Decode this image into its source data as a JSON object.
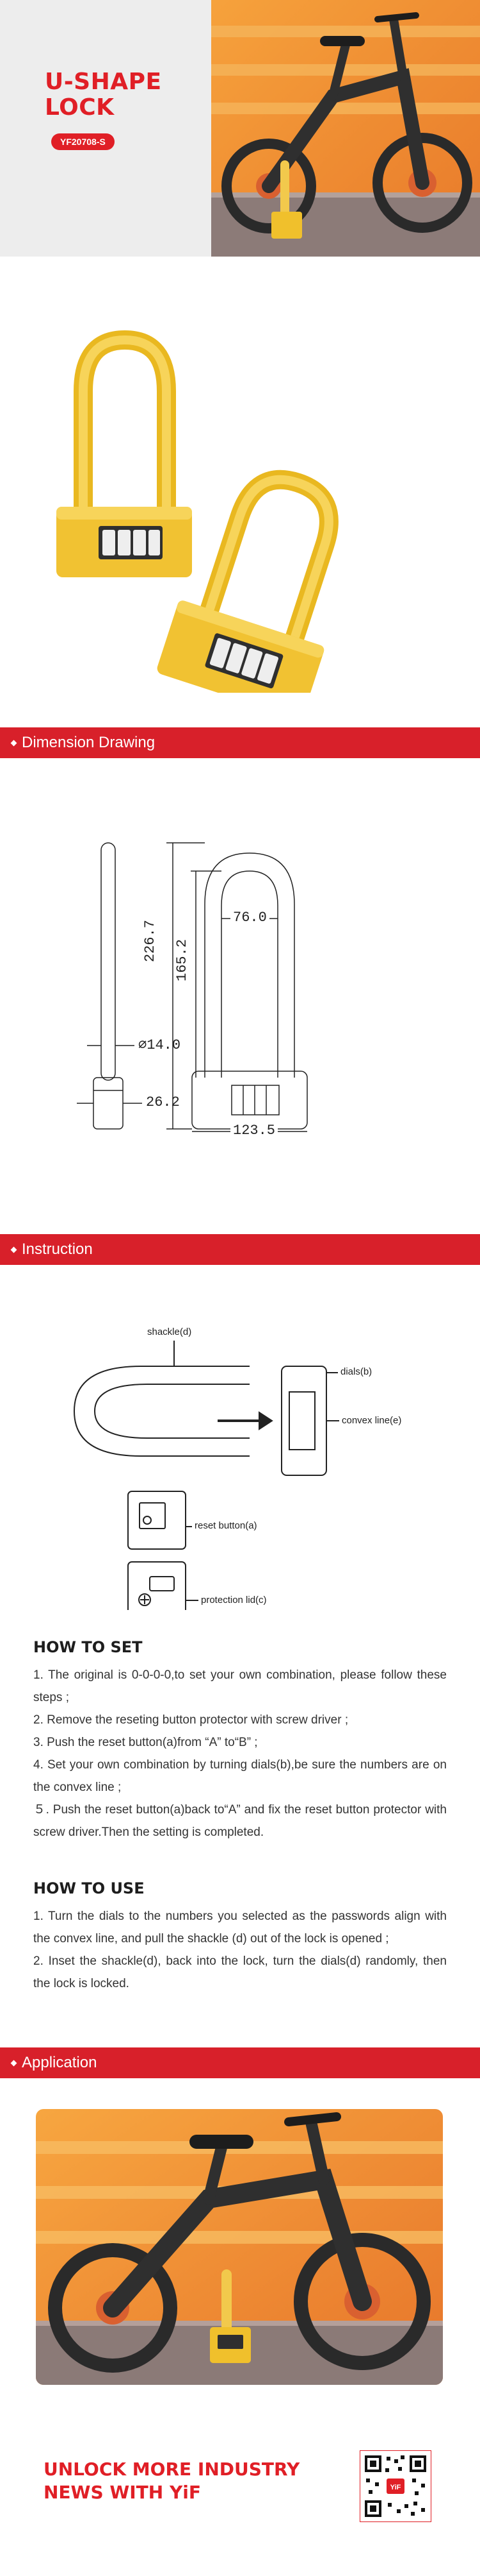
{
  "hero": {
    "title": "U-SHAPE LOCK",
    "model": "YF20708-S"
  },
  "sections": {
    "dimension": "Dimension Drawing",
    "instruction": "Instruction",
    "application": "Application"
  },
  "dimensions": {
    "shackle_diameter": "⌀14.0",
    "body_depth": "26.2",
    "total_height": "226.7",
    "inner_height": "165.2",
    "inner_width": "76.0",
    "body_width": "123.5"
  },
  "instruction_labels": {
    "shackle": "shackle(d)",
    "dials": "dials(b)",
    "convex_line": "convex line(e)",
    "reset_button": "reset button(a)",
    "protection_lid": "protection lid(c)"
  },
  "how_to_set": {
    "heading": "HOW TO SET",
    "steps": [
      "1. The original is 0-0-0-0,to set your own combination, please follow these steps ;",
      "2. Remove the reseting button protector with screw driver ;",
      "3. Push the reset button(a)from  “A” to“B” ;",
      "4. Set your own combination by turning dials(b),be sure the numbers are on the convex line ;",
      "５. Push the reset button(a)back to“A” and fix the reset button protector with screw driver.Then the setting is completed."
    ]
  },
  "how_to_use": {
    "heading": "HOW TO USE",
    "steps": [
      "1. Turn the dials to the numbers you selected as the passwords align with the convex line, and pull the shackle (d) out of the lock is opened ;",
      "2. Inset the shackle(d), back into the lock, turn the dials(d) randomly, then the lock is locked."
    ]
  },
  "footer": {
    "line1": "UNLOCK MORE INDUSTRY",
    "line2": "NEWS WITH YiF",
    "qr_logo": "YiF"
  },
  "colors": {
    "brand_red": "#e01f26",
    "lock_yellow": "#f2c94c",
    "background_gray": "#ededed"
  }
}
